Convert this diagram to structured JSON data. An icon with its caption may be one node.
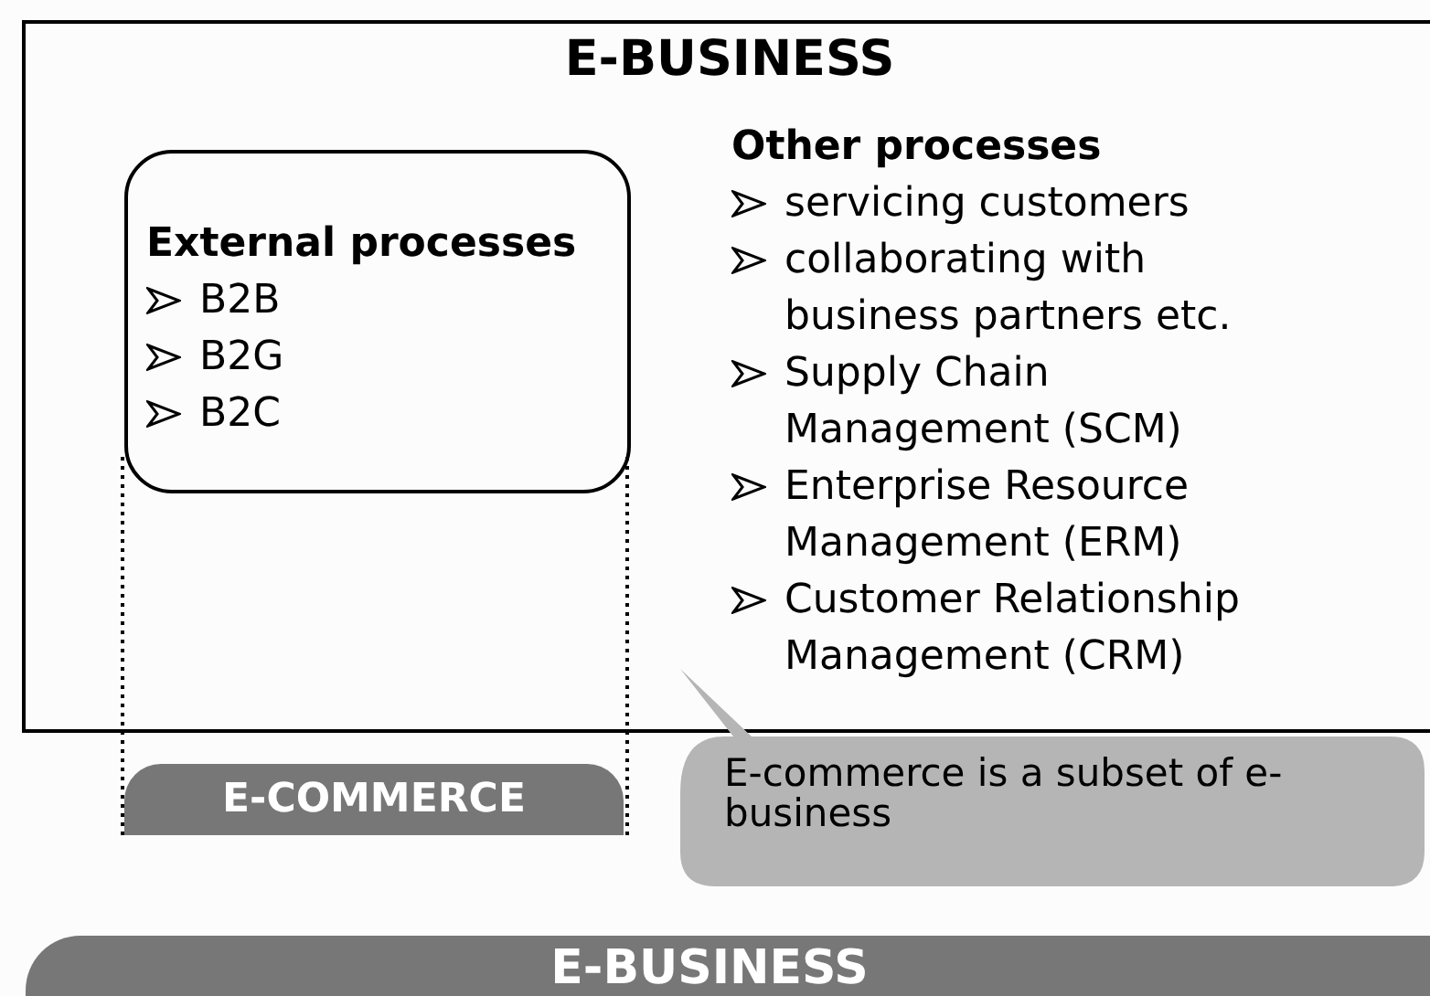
{
  "diagram": {
    "nodes": [
      {
        "text": [
          "E-BUSINESS",
          "Other processes",
          "servicing customers",
          "collaborating with business partners etc.",
          "Supply Chain Management (SCM)",
          "Enterprise Resource Management (ERM)",
          "Customer Relationship Management (CRM)"
        ]
      },
      {
        "text": [
          "External processes",
          "B2B",
          "B2G",
          "B2C"
        ],
        "in": 0
      },
      {
        "text": [
          "E-COMMERCE"
        ]
      },
      {
        "text": [
          "E-commerce is a subset of e-business"
        ]
      },
      {
        "text": [
          "E-BUSINESS"
        ]
      }
    ]
  }
}
